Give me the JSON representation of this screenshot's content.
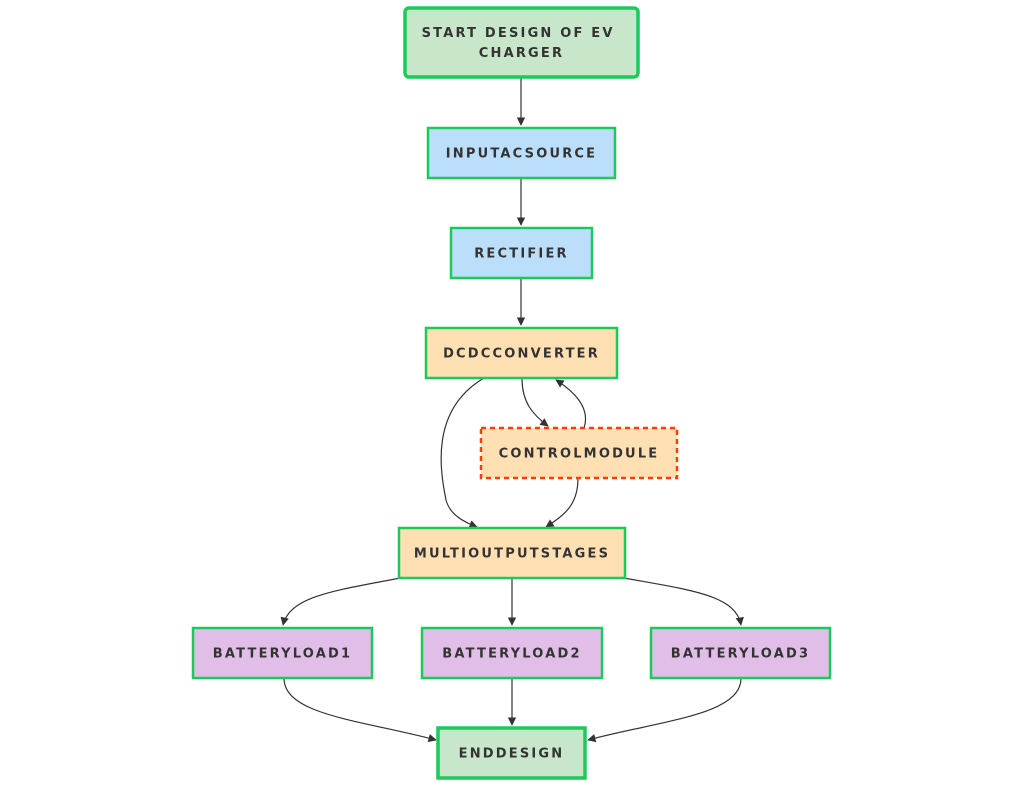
{
  "nodes": {
    "start": {
      "lines": [
        "START DESIGN OF EV",
        "CHARGER"
      ]
    },
    "input_ac_source": {
      "lines": [
        "INPUTACSOURCE"
      ]
    },
    "rectifier": {
      "lines": [
        "RECTIFIER"
      ]
    },
    "dcdc_converter": {
      "lines": [
        "DCDCCONVERTER"
      ]
    },
    "control_module": {
      "lines": [
        "CONTROLMODULE"
      ]
    },
    "multi_output_stages": {
      "lines": [
        "MULTIOUTPUTSTAGES"
      ]
    },
    "battery_load_1": {
      "lines": [
        "BATTERYLOAD1"
      ]
    },
    "battery_load_2": {
      "lines": [
        "BATTERYLOAD2"
      ]
    },
    "battery_load_3": {
      "lines": [
        "BATTERYLOAD3"
      ]
    },
    "end_design": {
      "lines": [
        "ENDDESIGN"
      ]
    }
  },
  "colors": {
    "terminal_fill": "#c8e6c9",
    "input_fill": "#bbdefb",
    "process_fill": "#ffe0b2",
    "load_fill": "#e1bee7",
    "border_green": "#1ec95c",
    "control_border": "#ff3d00",
    "edge": "#333333",
    "text": "#333333"
  }
}
